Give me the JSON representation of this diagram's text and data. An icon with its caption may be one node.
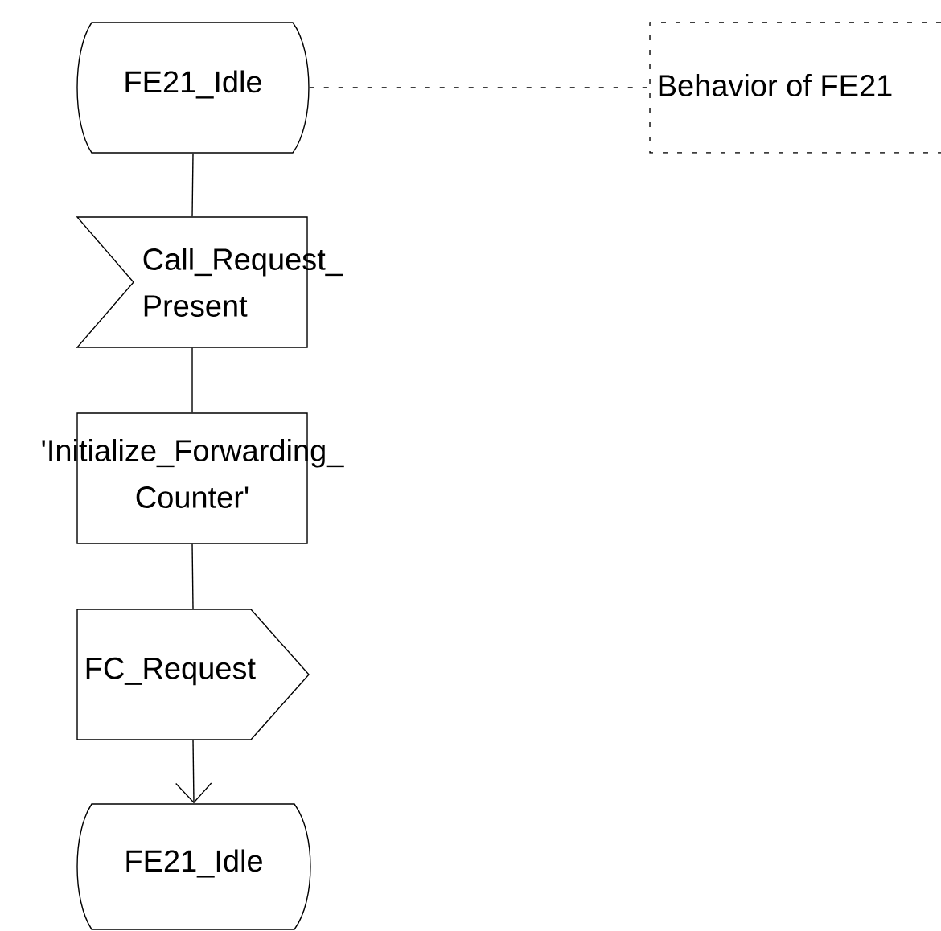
{
  "diagram": {
    "nodes": [
      {
        "text": [
          "FE21_Idle"
        ]
      },
      {
        "text": [
          "Behavior of FE21"
        ]
      },
      {
        "text": [
          "Call_Request_ Present"
        ]
      },
      {
        "text": [
          "'Initialize_Forwarding_ Counter'"
        ]
      },
      {
        "text": [
          "FC_Request"
        ]
      },
      {
        "text": [
          "FE21_Idle"
        ]
      }
    ],
    "edges": [
      {
        "from": 0,
        "to": 1,
        "arrow": "none",
        "style": "dashed"
      },
      {
        "from": 0,
        "to": 2,
        "arrow": "none"
      },
      {
        "from": 2,
        "to": 3,
        "arrow": "none"
      },
      {
        "from": 3,
        "to": 4,
        "arrow": "none"
      },
      {
        "from": 4,
        "to": 5,
        "arrow": "to"
      }
    ]
  }
}
